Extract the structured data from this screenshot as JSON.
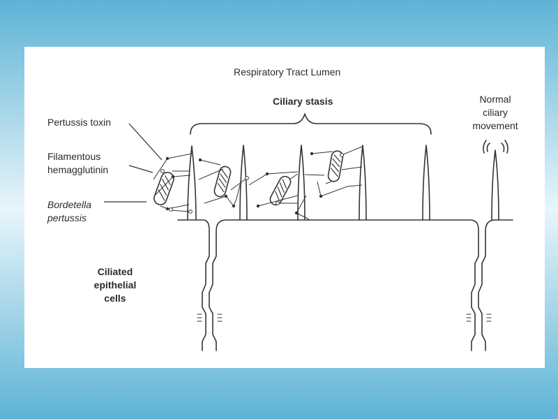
{
  "colors": {
    "background": "#6ab9da",
    "panel": "#ffffff",
    "ink": "#2a2a2a"
  },
  "diagram": {
    "title": "Respiratory Tract Lumen",
    "ciliary_stasis": "Ciliary stasis",
    "normal_movement": [
      "Normal",
      "ciliary",
      "movement"
    ],
    "pertussis_toxin": "Pertussis toxin",
    "filamentous_hemagglutinin": [
      "Filamentous",
      "hemagglutinin"
    ],
    "bordetella": [
      "Bordetella",
      "pertussis"
    ],
    "epithelial_cells": [
      "Ciliated",
      "epithelial",
      "cells"
    ]
  }
}
